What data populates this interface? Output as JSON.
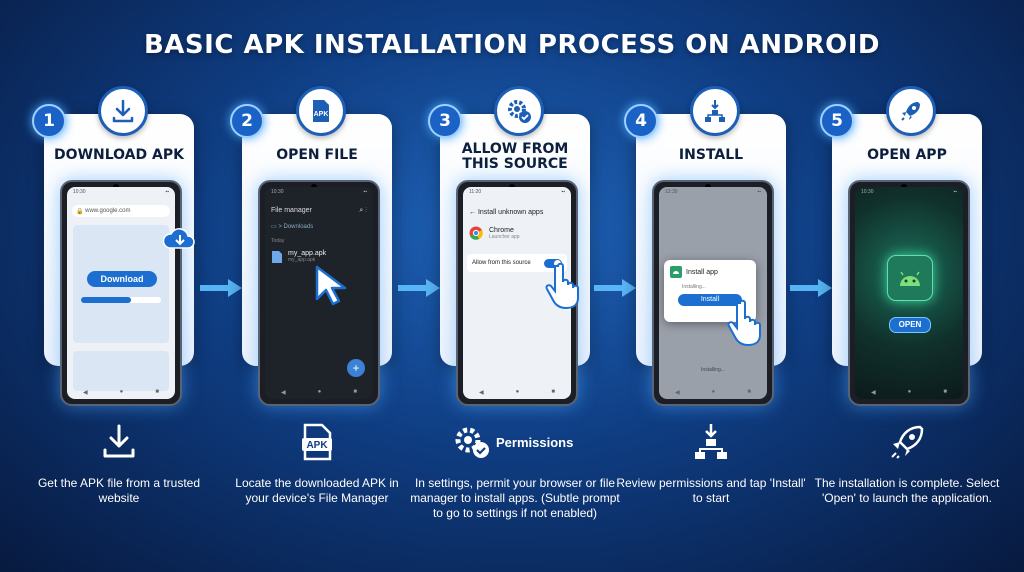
{
  "title": "BASIC APK INSTALLATION PROCESS ON ANDROID",
  "steps": [
    {
      "number": "1",
      "title": "DOWNLOAD APK",
      "desc": "Get the APK file from a trusted website",
      "phone": {
        "time": "10:30",
        "url": "www.google.com",
        "button": "Download"
      }
    },
    {
      "number": "2",
      "title": "OPEN FILE",
      "desc": "Locate the downloaded APK in your device's File Manager",
      "icon_label": "APK",
      "phone": {
        "time": "10:30",
        "header": "File manager",
        "path": "Downloads",
        "section": "Today",
        "file": "my_app.apk",
        "file_sub": "my_app.apk"
      }
    },
    {
      "number": "3",
      "title": "ALLOW FROM THIS SOURCE",
      "title_line1": "ALLOW FROM",
      "title_line2": "THIS SOURCE",
      "desc": "In settings, permit your browser or file manager to install apps. (Subtle prompt to go to settings if not enabled)",
      "permissions": "Permissions",
      "phone": {
        "time": "11:20",
        "header": "Install unknown apps",
        "app": "Chrome",
        "app_sub": "Launcher app",
        "toggle": "Allow from this source"
      }
    },
    {
      "number": "4",
      "title": "INSTALL",
      "desc": "Review permissions and tap 'Install' to start",
      "phone": {
        "time": "12:30",
        "dialog_title": "Install app",
        "dialog_status": "Installing...",
        "button": "Install",
        "footer": "Installing..."
      }
    },
    {
      "number": "5",
      "title": "OPEN APP",
      "desc": "The installation is complete. Select 'Open' to launch the application.",
      "phone": {
        "time": "10:30",
        "button": "OPEN"
      }
    }
  ],
  "colors": {
    "accent": "#1c6fd0",
    "glow": "#49a7ff",
    "bg": "#0f3d82"
  }
}
